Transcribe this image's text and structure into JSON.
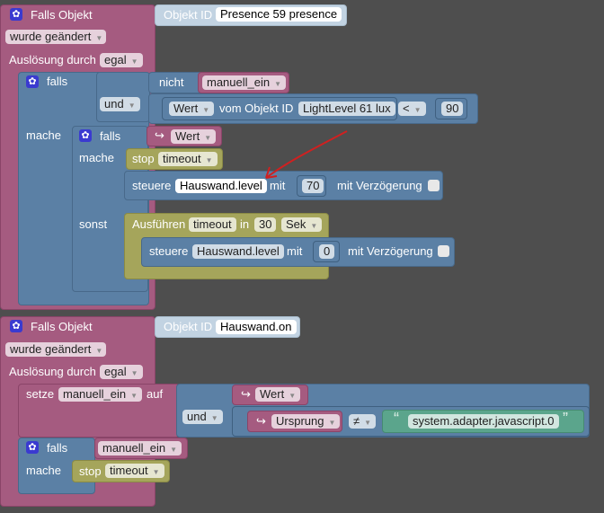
{
  "block1": {
    "title": "Falls Objekt",
    "object_id_label": "Objekt ID",
    "object_id": "Presence 59 presence",
    "trigger": "wurde geändert",
    "trigger_by_label": "Auslösung durch",
    "trigger_by": "egal",
    "if_label": "falls",
    "not_label": "nicht",
    "var1": "manuell_ein",
    "and_label": "und",
    "wert": "Wert",
    "from_object_label": "vom Objekt ID",
    "light_id": "LightLevel 61 lux",
    "op": "<",
    "threshold": "90",
    "do_label": "mache",
    "inner_if": "falls",
    "inner_wert": "Wert",
    "inner_do": "mache",
    "stop_label": "stop",
    "stop_timer": "timeout",
    "control_label": "steuere",
    "control_target": "Hauswand.level",
    "with_label": "mit",
    "value1": "70",
    "delay_label": "mit Verzögerung",
    "else_label": "sonst",
    "exec_label": "Ausführen",
    "exec_timer": "timeout",
    "in_label": "in",
    "delay_value": "30",
    "delay_unit": "Sek",
    "control2_label": "steuere",
    "control2_target": "Hauswand.level",
    "with2_label": "mit",
    "value2": "0",
    "delay2_label": "mit Verzögerung"
  },
  "block2": {
    "title": "Falls Objekt",
    "object_id_label": "Objekt ID",
    "object_id": "Hauswand.on",
    "trigger": "wurde geändert",
    "trigger_by_label": "Auslösung durch",
    "trigger_by": "egal",
    "set_label": "setze",
    "set_var": "manuell_ein",
    "to_label": "auf",
    "and_label": "und",
    "wert": "Wert",
    "source": "Ursprung",
    "op": "≠",
    "open_quote": "“",
    "string": "system.adapter.javascript.0",
    "close_quote": "”",
    "if_label": "falls",
    "if_var": "manuell_ein",
    "do_label": "mache",
    "stop_label": "stop",
    "stop_timer": "timeout"
  },
  "colors": {
    "event": "#a55b80",
    "logic": "#5b80a5",
    "timer": "#a5a55b",
    "text": "#5ba58c",
    "annotation": "#d02020"
  }
}
